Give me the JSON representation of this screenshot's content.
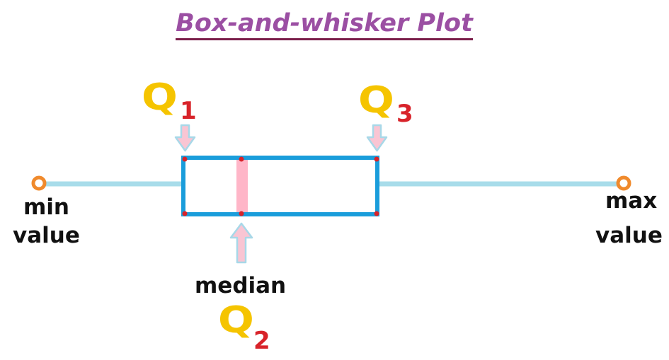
{
  "title": "Box-and-whisker Plot",
  "labels": {
    "min_line1": "min",
    "min_line2": "value",
    "max_line1": "max",
    "max_line2": "value",
    "median": "median"
  },
  "quartiles": {
    "q1": {
      "letter": "Q",
      "sub": "1"
    },
    "q2": {
      "letter": "Q",
      "sub": "2"
    },
    "q3": {
      "letter": "Q",
      "sub": "3"
    }
  },
  "colors": {
    "title": "#9b4fa3",
    "title_underline": "#7a1e4a",
    "box": "#1a9ddb",
    "whisker": "#a8dcea",
    "endpoint": "#f08a2c",
    "median_bar": "#ffb6c8",
    "arrow_fill": "#f9c5d3",
    "arrow_stroke": "#a8d8e8",
    "q_letter": "#f5c400",
    "q_sub": "#d8232a",
    "corner_dot": "#d8232a"
  }
}
